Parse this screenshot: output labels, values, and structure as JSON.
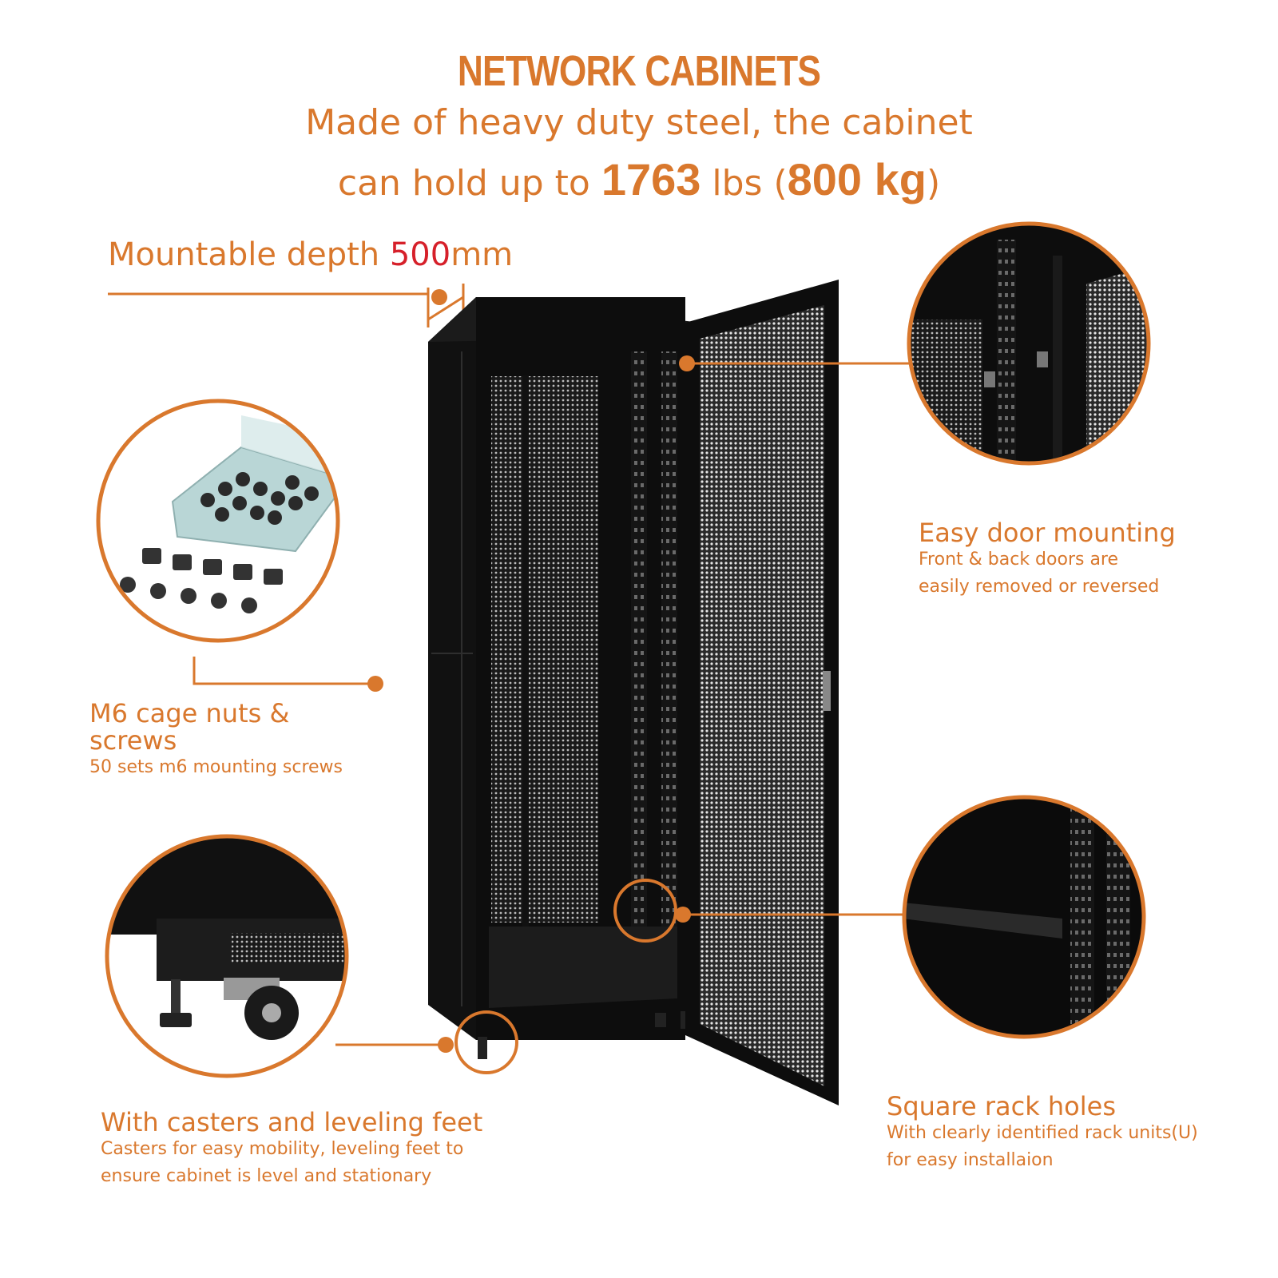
{
  "title": "NETWORK CABINETS",
  "subtitle_line1": "Made of heavy duty steel, the cabinet",
  "subtitle_line2": {
    "prefix": "can hold up to ",
    "lbs_value": "1763",
    "lbs_unit": " lbs (",
    "kg_value": "800 kg",
    "suffix": ")"
  },
  "depth": {
    "prefix": "Mountable depth ",
    "value": "500",
    "unit": "mm"
  },
  "features": {
    "door": {
      "heading": "Easy door mounting",
      "desc_line1": "Front & back doors are",
      "desc_line2": "easily removed or reversed"
    },
    "cage_nuts": {
      "heading_line1": "M6 cage nuts &",
      "heading_line2": "screws",
      "desc": "50 sets m6 mounting screws"
    },
    "casters": {
      "heading": "With casters and leveling feet",
      "desc_line1": "Casters for easy mobility, leveling feet to",
      "desc_line2": "ensure cabinet is level and stationary"
    },
    "rack_holes": {
      "heading": "Square rack holes",
      "desc_line1": "With clearly identified rack units(U)",
      "desc_line2": "for easy installaion"
    }
  },
  "colors": {
    "accent": "#d9782d",
    "highlight": "#d6202a",
    "cabinet": "#141414"
  }
}
